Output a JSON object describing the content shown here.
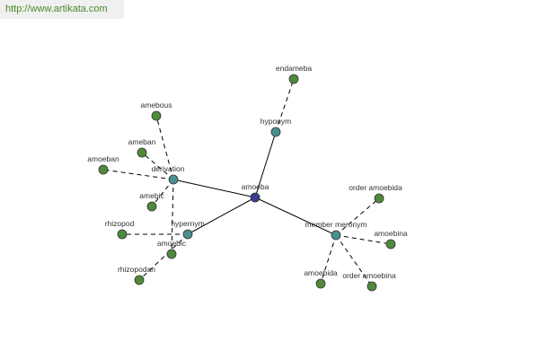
{
  "source_url": "http://www.artikata.com",
  "colors": {
    "center": "#3a3f8f",
    "relation": "#4a8f8f",
    "leaf": "#4f8a3c",
    "edge": "#000000",
    "node_stroke": "#333333"
  },
  "graph": {
    "center": {
      "id": "amoeba",
      "label": "amoeba",
      "kind": "center"
    },
    "relations": [
      {
        "id": "hyponym",
        "label": "hyponym",
        "kind": "relation"
      },
      {
        "id": "derivation",
        "label": "derivation",
        "kind": "relation"
      },
      {
        "id": "hypernym",
        "label": "hypernym",
        "kind": "relation"
      },
      {
        "id": "member-meronym",
        "label": "member meronym",
        "kind": "relation"
      }
    ],
    "leaves": [
      {
        "id": "endameba",
        "label": "endameba",
        "parent": "hyponym"
      },
      {
        "id": "amebous",
        "label": "amebous",
        "parent": "derivation"
      },
      {
        "id": "ameban",
        "label": "ameban",
        "parent": "derivation"
      },
      {
        "id": "amoeban",
        "label": "amoeban",
        "parent": "derivation"
      },
      {
        "id": "amebic",
        "label": "amebic",
        "parent": "derivation"
      },
      {
        "id": "amoebic",
        "label": "amoebic",
        "parent": "derivation"
      },
      {
        "id": "rhizopod",
        "label": "rhizopod",
        "parent": "hypernym"
      },
      {
        "id": "rhizopodan",
        "label": "rhizopodan",
        "parent": "hypernym"
      },
      {
        "id": "order-amoebida",
        "label": "order amoebida",
        "parent": "member-meronym"
      },
      {
        "id": "amoebina",
        "label": "amoebina",
        "parent": "member-meronym"
      },
      {
        "id": "amoebida",
        "label": "amoebida",
        "parent": "member-meronym"
      },
      {
        "id": "order-amoebina",
        "label": "order amoebina",
        "parent": "member-meronym"
      }
    ]
  }
}
